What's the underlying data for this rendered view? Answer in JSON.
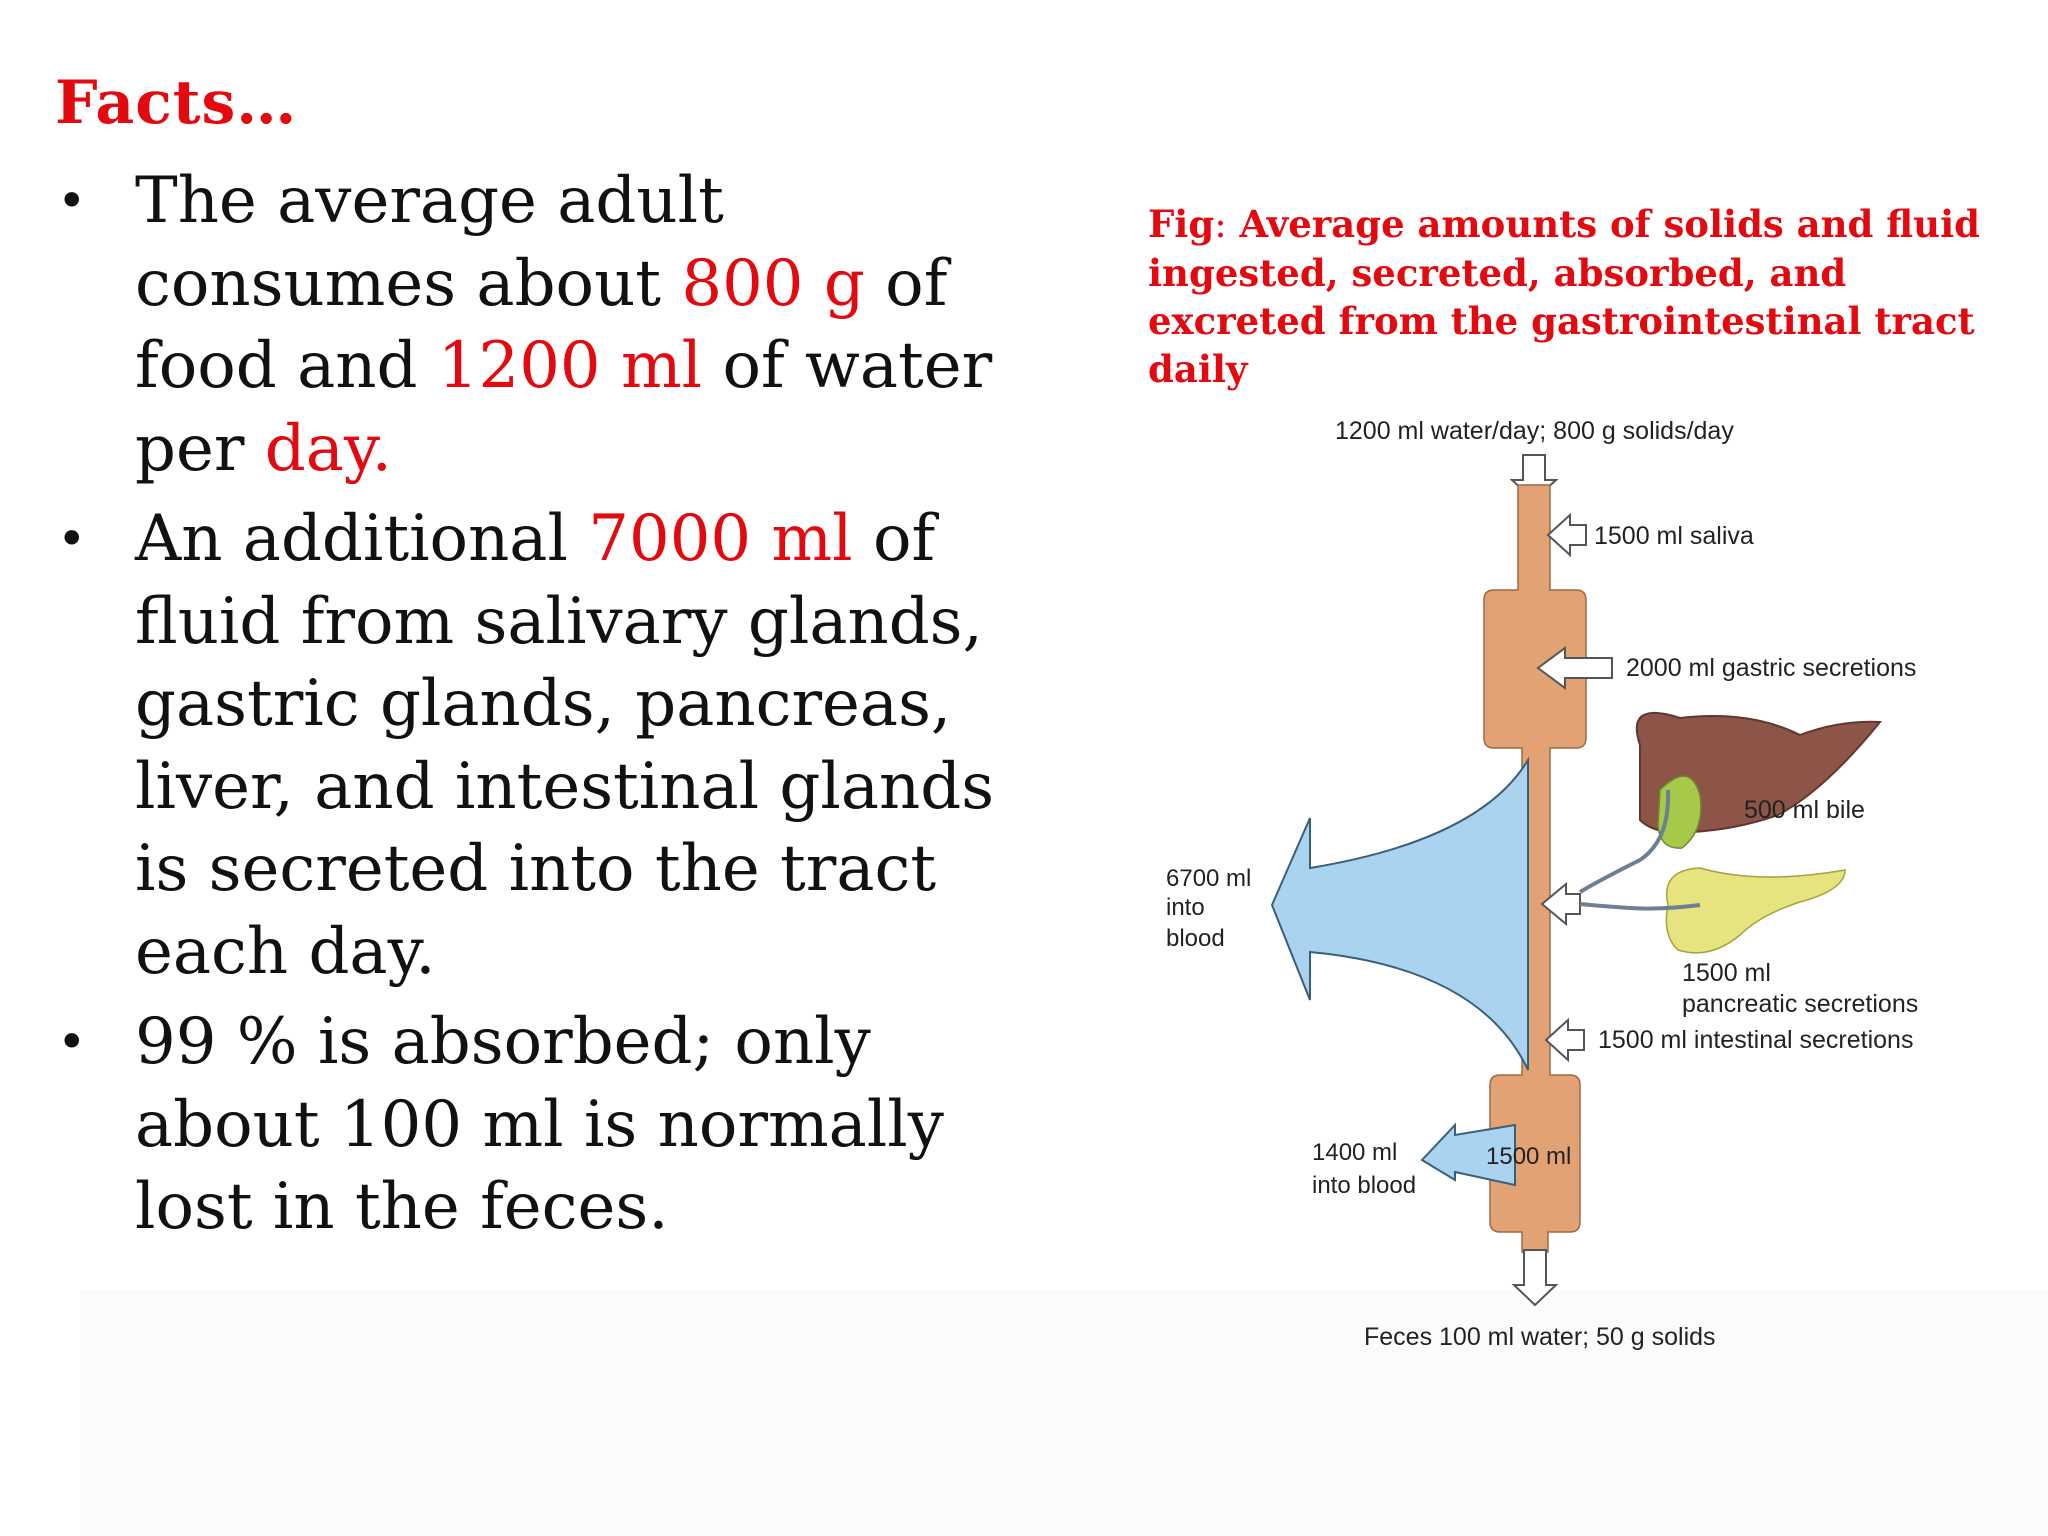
{
  "slide": {
    "title": "Facts…",
    "bullets": [
      {
        "parts": [
          {
            "text": "The average adult consumes about ",
            "highlight": false
          },
          {
            "text": "800 g",
            "highlight": true
          },
          {
            "text": " of food and ",
            "highlight": false
          },
          {
            "text": "1200 ml",
            "highlight": true
          },
          {
            "text": " of water per ",
            "highlight": false
          },
          {
            "text": "day.",
            "highlight": true
          }
        ]
      },
      {
        "parts": [
          {
            "text": "An additional ",
            "highlight": false
          },
          {
            "text": "7000 ml",
            "highlight": true
          },
          {
            "text": " of fluid from salivary glands, gastric glands, pancreas, liver, and intestinal glands is secreted into the tract each day.",
            "highlight": false
          }
        ]
      },
      {
        "parts": [
          {
            "text": "99 % is absorbed; only about 100 ml is normally lost in the feces.",
            "highlight": false
          }
        ]
      }
    ],
    "figure": {
      "caption_label": "Fig",
      "caption_colon": ":",
      "caption_text": " Average amounts of solids and fluid ingested, secreted, absorbed, and excreted from the gastrointestinal tract daily",
      "labels": {
        "intake": "1200 ml water/day; 800 g solids/day",
        "saliva": "1500 ml saliva",
        "gastric": "2000 ml gastric secretions",
        "bile": "500 ml bile",
        "pancreatic_1": "1500 ml",
        "pancreatic_2": "pancreatic secretions",
        "intestinal": "1500 ml intestinal secretions",
        "absorbed_small_1": "6700 ml",
        "absorbed_small_2": "into",
        "absorbed_small_3": "blood",
        "absorbed_large_1": "1400 ml",
        "absorbed_large_2": "into blood",
        "colon_inflow": "1500 ml",
        "feces": "Feces 100 ml water; 50 g solids"
      }
    },
    "colors": {
      "accent_red": "#e3090f",
      "tract": "#e3a273",
      "absorption_blue": "#a9d3ef",
      "liver": "#8c5548",
      "gallbladder": "#a6c94a",
      "pancreas": "#e6e47e"
    }
  }
}
